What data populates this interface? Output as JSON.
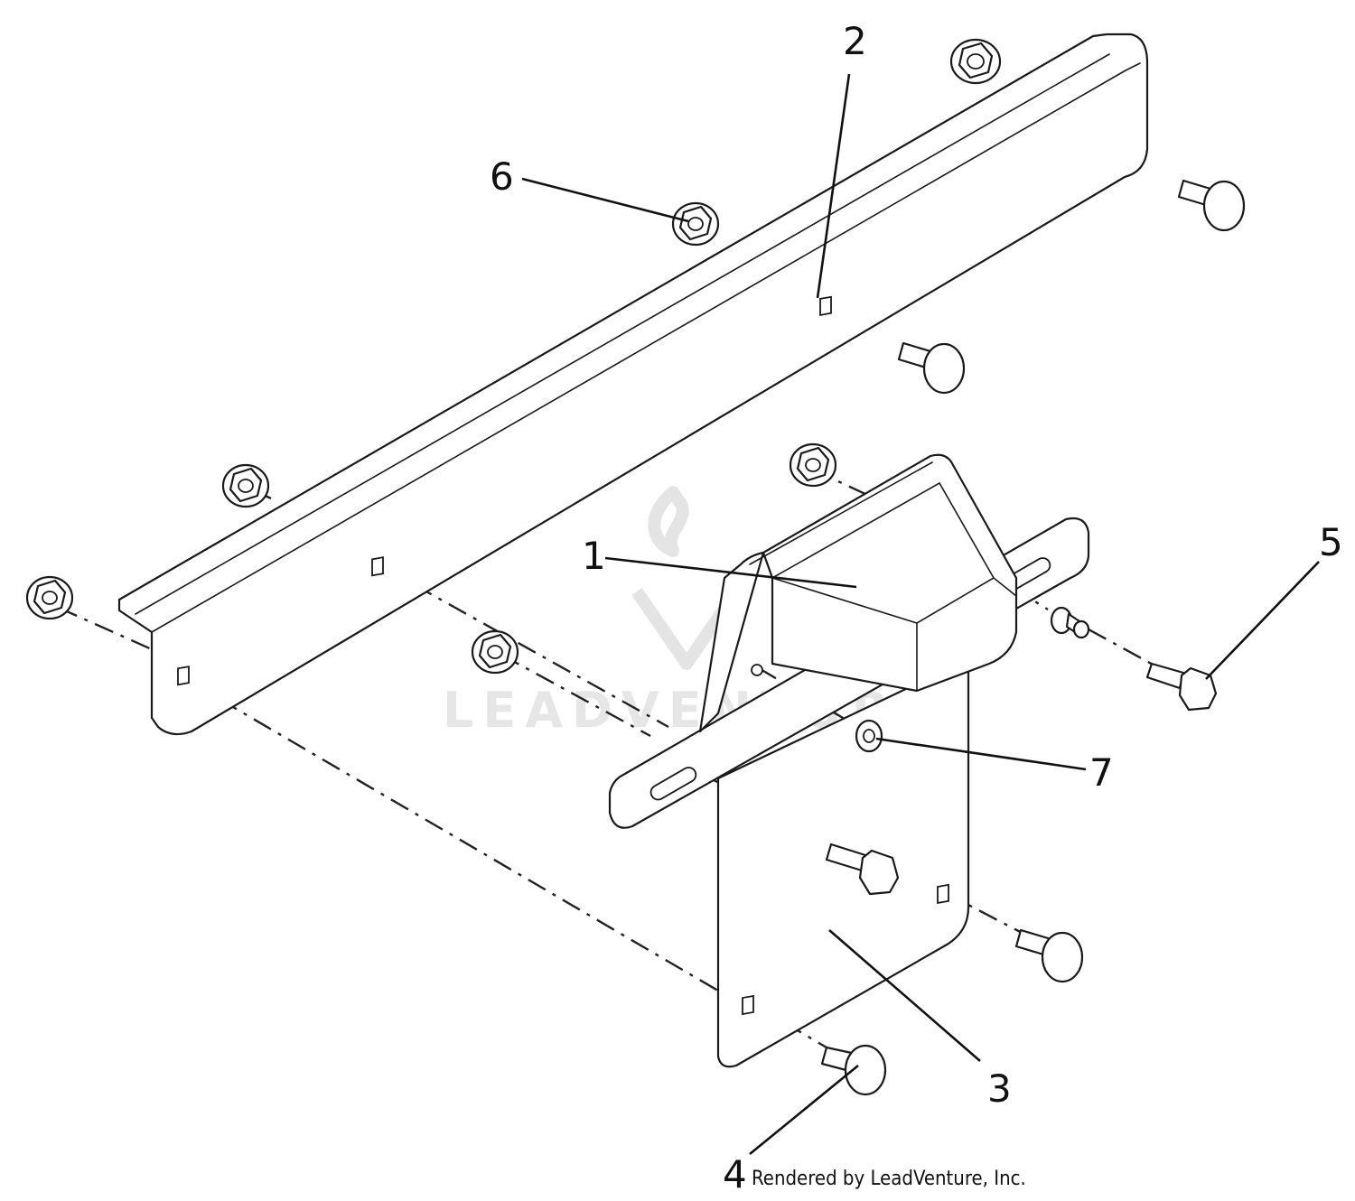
{
  "callouts": [
    {
      "id": "1",
      "label": "1"
    },
    {
      "id": "2",
      "label": "2"
    },
    {
      "id": "3",
      "label": "3"
    },
    {
      "id": "4",
      "label": "4"
    },
    {
      "id": "5",
      "label": "5"
    },
    {
      "id": "6",
      "label": "6"
    },
    {
      "id": "7",
      "label": "7"
    }
  ],
  "credit": "Rendered by LeadVenture, Inc.",
  "watermark": "LEADVENTURE"
}
